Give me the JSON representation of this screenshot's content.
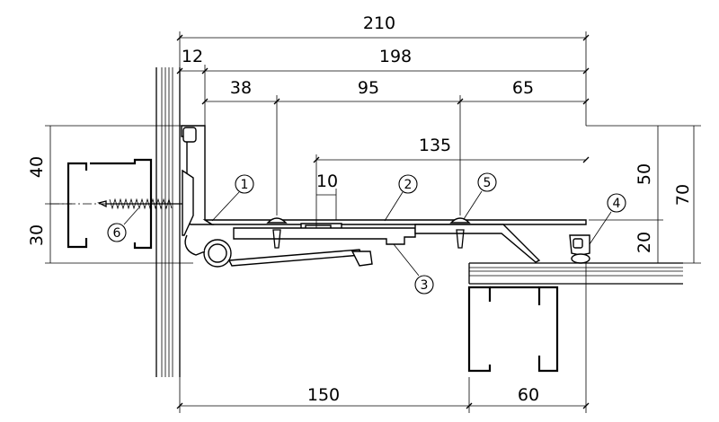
{
  "dimensions": {
    "overall_width": "210",
    "wall_offset": "12",
    "cover_width": "198",
    "seg_left": "38",
    "seg_middle": "95",
    "seg_right": "65",
    "joint_span": "135",
    "gap": "10",
    "height_top": "40",
    "height_bottom": "30",
    "right_upper": "50",
    "right_total": "70",
    "right_lower": "20",
    "base_left": "150",
    "base_right": "60"
  },
  "callouts": [
    "1",
    "2",
    "3",
    "4",
    "5",
    "6"
  ]
}
